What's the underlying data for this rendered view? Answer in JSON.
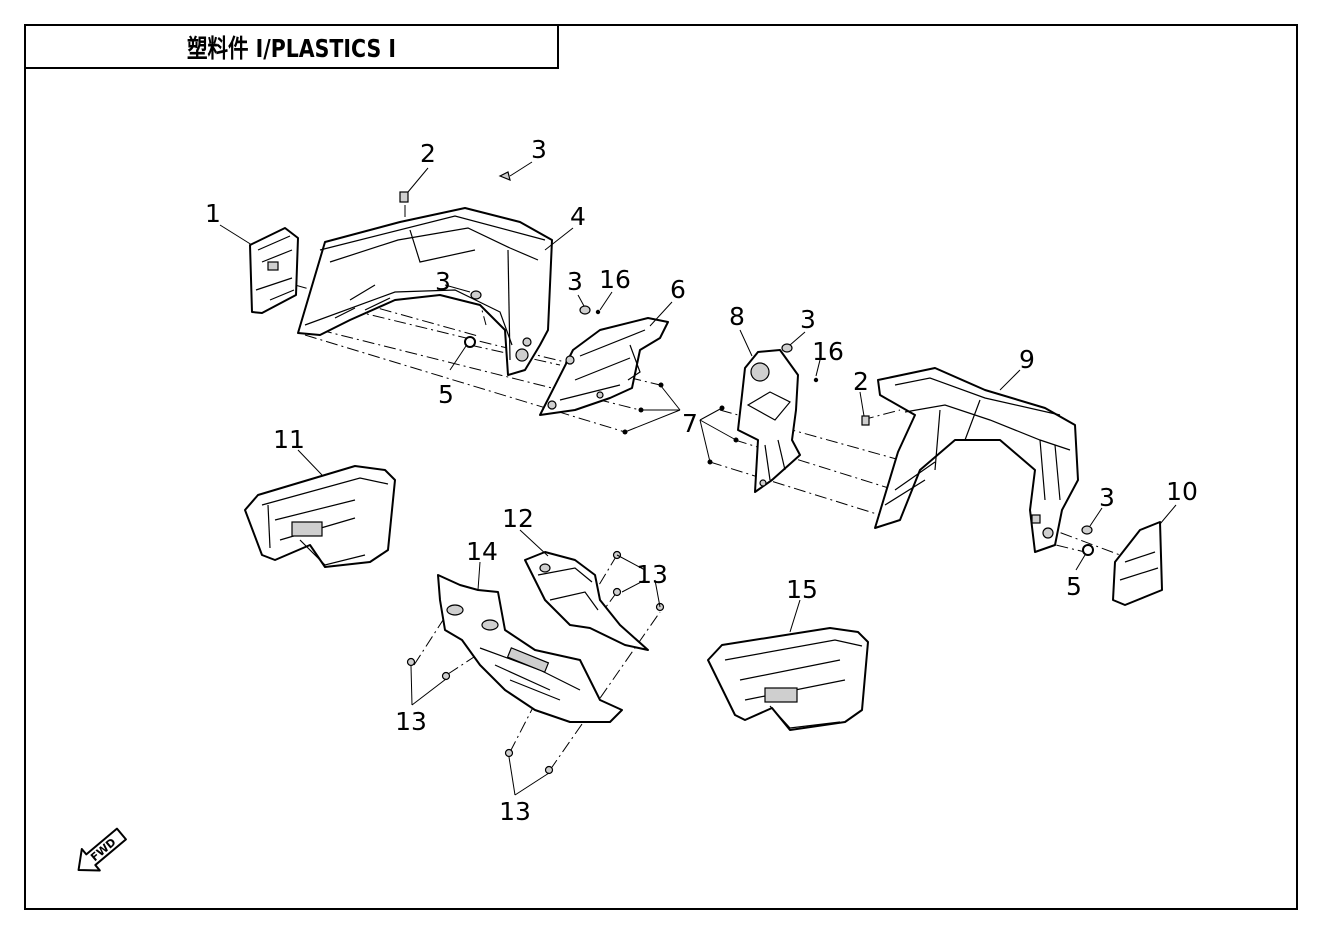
{
  "title": "塑料件 Ⅰ/PLASTICS Ⅰ",
  "fwd_label": "FWD",
  "callouts": [
    {
      "id": "c1",
      "text": "1"
    },
    {
      "id": "c2a",
      "text": "2"
    },
    {
      "id": "c3a",
      "text": "3"
    },
    {
      "id": "c4",
      "text": "4"
    },
    {
      "id": "c3b",
      "text": "3"
    },
    {
      "id": "c5a",
      "text": "5"
    },
    {
      "id": "c3c",
      "text": "3"
    },
    {
      "id": "c16a",
      "text": "16"
    },
    {
      "id": "c6",
      "text": "6"
    },
    {
      "id": "c8",
      "text": "8"
    },
    {
      "id": "c3d",
      "text": "3"
    },
    {
      "id": "c16b",
      "text": "16"
    },
    {
      "id": "c7",
      "text": "7"
    },
    {
      "id": "c2b",
      "text": "2"
    },
    {
      "id": "c9",
      "text": "9"
    },
    {
      "id": "c11",
      "text": "11"
    },
    {
      "id": "c12",
      "text": "12"
    },
    {
      "id": "c14",
      "text": "14"
    },
    {
      "id": "c13a",
      "text": "13"
    },
    {
      "id": "c13b",
      "text": "13"
    },
    {
      "id": "c13c",
      "text": "13"
    },
    {
      "id": "c15",
      "text": "15"
    },
    {
      "id": "c3e",
      "text": "3"
    },
    {
      "id": "c10",
      "text": "10"
    },
    {
      "id": "c5b",
      "text": "5"
    }
  ]
}
